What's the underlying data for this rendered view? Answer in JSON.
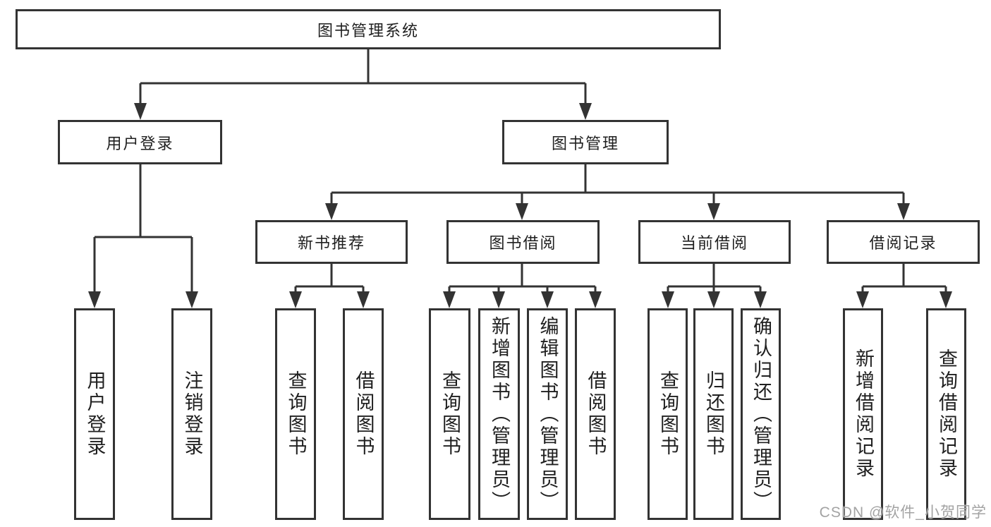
{
  "nodes": {
    "root": "图书管理系统",
    "level2": [
      "用户登录",
      "图书管理"
    ],
    "level3": [
      "新书推荐",
      "图书借阅",
      "当前借阅",
      "借阅记录"
    ],
    "leaves_user": [
      "用户登录",
      "注销登录"
    ],
    "leaves_newbook": [
      "查询图书",
      "借阅图书"
    ],
    "leaves_borrow": [
      "查询图书",
      "新增图书（管理员）",
      "编辑图书（管理员）",
      "借阅图书"
    ],
    "leaves_current": [
      "查询图书",
      "归还图书",
      "确认归还（管理员）"
    ],
    "leaves_record": [
      "新增借阅记录",
      "查询借阅记录"
    ]
  },
  "watermark": "CSDN @软件_小贺同学",
  "colors": {
    "line": "#333333",
    "text": "#1f1f1f",
    "watermark": "#a3a3a3",
    "background": "#ffffff"
  }
}
